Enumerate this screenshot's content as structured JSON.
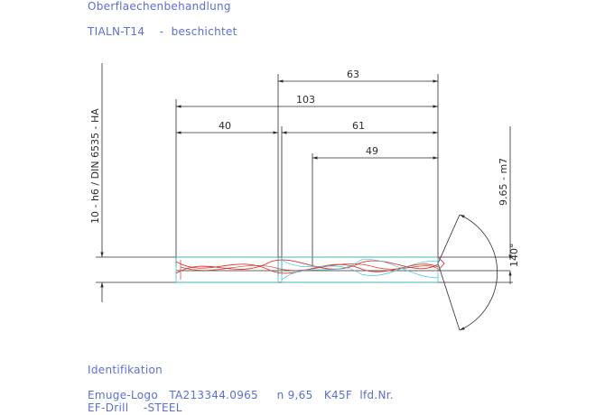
{
  "header": {
    "surface_treatment": "Oberflaechenbehandlung",
    "coating": "TIALN-T14    -  beschichtet"
  },
  "dimensions": {
    "d63": "63",
    "d103": "103",
    "d40": "40",
    "d61": "61",
    "d49": "49",
    "shank_tolerance": "10  -  h6  /  DIN  6535  -  HA",
    "drill_tolerance": "9.65  -  m7",
    "point_angle": "140°"
  },
  "footer": {
    "identification_label": "Identifikation",
    "line1": "Emuge-Logo   TA213344.0965     n 9,65   K45F  lfd.Nr.",
    "line2": "EF-Drill    -STEEL"
  },
  "colors": {
    "dimension_line": "#2c2c2c",
    "flute_red": "#d9382e",
    "flute_cyan": "#3cc6d8",
    "text_blue": "#5a6fd6"
  }
}
